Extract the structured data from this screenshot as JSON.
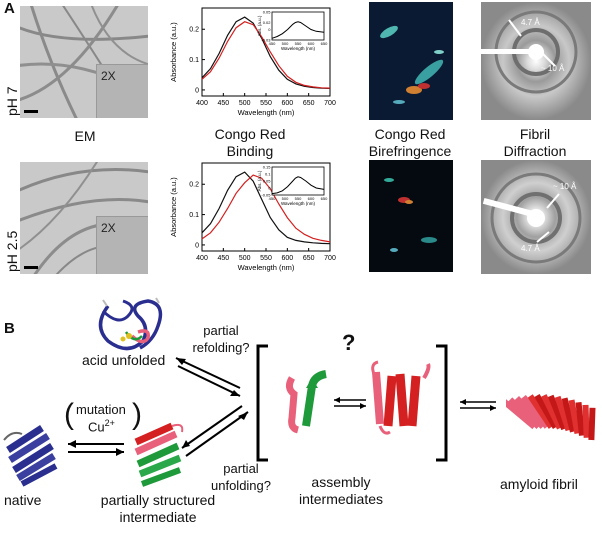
{
  "panel_a": {
    "letter": "A",
    "row1_ph": "pH 7",
    "row2_ph": "pH 2.5",
    "inset_mag": "2X",
    "label_em": "EM",
    "label_congo_binding": "Congo Red\nBinding",
    "label_birefringence": "Congo Red\nBirefringence",
    "label_diffraction": "Fibril\nDiffraction",
    "diffraction_top": {
      "ring1": "4.7 Å",
      "ring2": "~ 10 Å"
    },
    "diffraction_bottom": {
      "ring1": "~ 10 Å",
      "ring2": "4.7 Å"
    },
    "chart_xlabel": "Wavelength (nm)",
    "chart_ylabel": "Absorbance (a.u.)",
    "inset_xlabel": "Wavelength (nm)",
    "inset_ylabel": "Abs. (a.u.)",
    "series_colors": {
      "black": "#111111",
      "red": "#d42020"
    }
  },
  "chart_data": [
    {
      "type": "line",
      "title": "",
      "xlabel": "Wavelength (nm)",
      "ylabel": "Absorbance (a.u.)",
      "xlim": [
        400,
        700
      ],
      "ylim": [
        -0.02,
        0.27
      ],
      "xticks": [
        400,
        450,
        500,
        550,
        600,
        650,
        700
      ],
      "yticks": [
        0,
        0.1,
        0.2
      ],
      "series": [
        {
          "color": "#111111",
          "x": [
            400,
            420,
            440,
            460,
            480,
            500,
            520,
            540,
            560,
            580,
            600,
            620,
            640,
            660,
            680,
            700
          ],
          "y": [
            0.04,
            0.07,
            0.12,
            0.18,
            0.225,
            0.24,
            0.22,
            0.17,
            0.11,
            0.065,
            0.035,
            0.02,
            0.012,
            0.008,
            0.006,
            0.005
          ]
        },
        {
          "color": "#d42020",
          "x": [
            400,
            420,
            440,
            460,
            480,
            500,
            520,
            540,
            560,
            580,
            600,
            620,
            640,
            660,
            680,
            700
          ],
          "y": [
            0.035,
            0.06,
            0.105,
            0.16,
            0.205,
            0.225,
            0.215,
            0.175,
            0.125,
            0.08,
            0.045,
            0.025,
            0.015,
            0.01,
            0.007,
            0.006
          ]
        }
      ],
      "inset": {
        "xlim": [
          450,
          650
        ],
        "ylim": [
          -0.03,
          0.05
        ],
        "xticks": [
          450,
          500,
          550,
          600,
          650
        ],
        "yticks": [
          -0.03,
          0.0,
          0.02,
          0.05
        ],
        "x": [
          450,
          470,
          490,
          510,
          530,
          540,
          550,
          560,
          580,
          600,
          620,
          650
        ],
        "y": [
          -0.025,
          -0.02,
          -0.012,
          0.0,
          0.015,
          0.02,
          0.022,
          0.02,
          0.01,
          0.0,
          -0.005,
          -0.008
        ]
      }
    },
    {
      "type": "line",
      "title": "",
      "xlabel": "Wavelength (nm)",
      "ylabel": "Absorbance (a.u.)",
      "xlim": [
        400,
        700
      ],
      "ylim": [
        -0.02,
        0.27
      ],
      "xticks": [
        400,
        450,
        500,
        550,
        600,
        650,
        700
      ],
      "yticks": [
        0,
        0.1,
        0.2
      ],
      "series": [
        {
          "color": "#111111",
          "x": [
            400,
            420,
            440,
            460,
            480,
            500,
            520,
            540,
            560,
            580,
            600,
            620,
            640,
            660,
            680,
            700
          ],
          "y": [
            0.04,
            0.07,
            0.12,
            0.18,
            0.225,
            0.24,
            0.21,
            0.15,
            0.09,
            0.05,
            0.025,
            0.015,
            0.01,
            0.007,
            0.005,
            0.004
          ]
        },
        {
          "color": "#d42020",
          "x": [
            400,
            420,
            440,
            460,
            480,
            500,
            520,
            540,
            560,
            580,
            600,
            620,
            640,
            660,
            680,
            700
          ],
          "y": [
            0.02,
            0.04,
            0.075,
            0.12,
            0.17,
            0.205,
            0.23,
            0.22,
            0.185,
            0.135,
            0.09,
            0.055,
            0.035,
            0.022,
            0.015,
            0.01
          ]
        }
      ],
      "inset": {
        "xlim": [
          450,
          650
        ],
        "ylim": [
          -0.05,
          0.15
        ],
        "xticks": [
          450,
          500,
          550,
          600,
          650
        ],
        "yticks": [
          -0.05,
          0.0,
          0.05,
          0.1,
          0.15
        ],
        "x": [
          450,
          470,
          490,
          510,
          530,
          540,
          550,
          560,
          580,
          600,
          620,
          650
        ],
        "y": [
          -0.04,
          -0.035,
          -0.02,
          0.01,
          0.05,
          0.07,
          0.08,
          0.075,
          0.05,
          0.02,
          0.0,
          -0.01
        ]
      }
    }
  ],
  "panel_b": {
    "letter": "B",
    "acid_unfolded": "acid unfolded",
    "partial_refolding": "partial\nrefolding?",
    "question": "?",
    "partial_unfolding": "partial\nunfolding?",
    "mutation": "mutation",
    "cu": "Cu",
    "cu_sup": "2+",
    "native": "native",
    "partially_structured": "partially structured\nintermediate",
    "assembly": "assembly\nintermediates",
    "amyloid": "amyloid fibril",
    "colors": {
      "native_blue": "#2a2f8f",
      "red": "#d42020",
      "pink": "#e8607a",
      "green": "#1f9a3a"
    }
  }
}
